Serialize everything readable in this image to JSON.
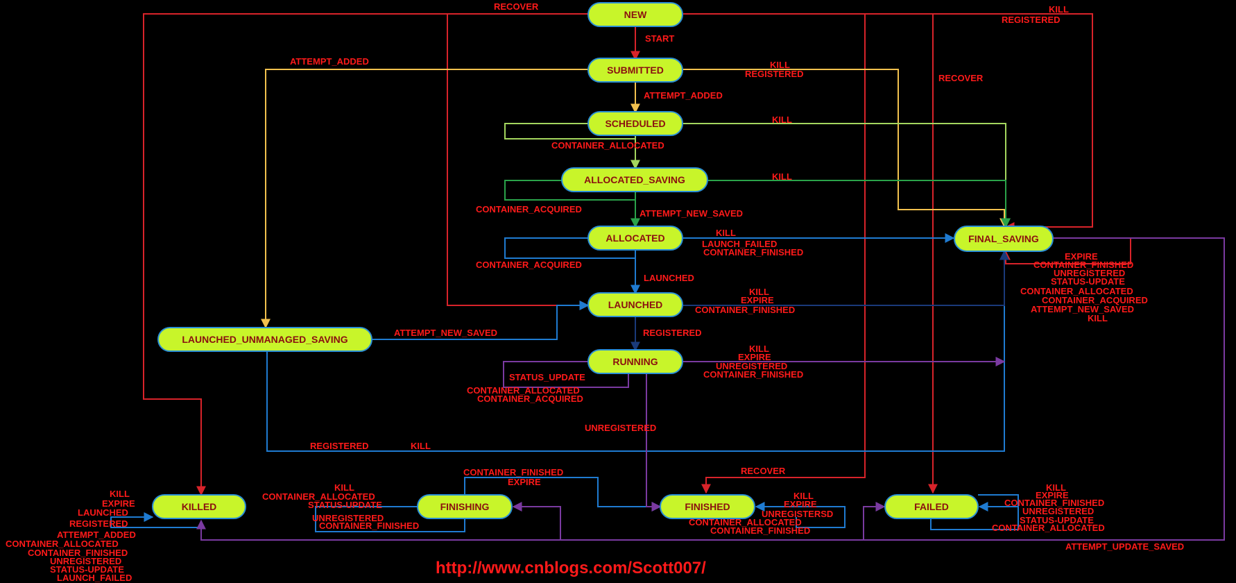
{
  "nodes": {
    "new": "NEW",
    "submitted": "SUBMITTED",
    "scheduled": "SCHEDULED",
    "allocated_saving": "ALLOCATED_SAVING",
    "allocated": "ALLOCATED",
    "launched": "LAUNCHED",
    "running": "RUNNING",
    "launched_unmanaged_saving": "LAUNCHED_UNMANAGED_SAVING",
    "final_saving": "FINAL_SAVING",
    "killed": "KILLED",
    "finishing": "FINISHING",
    "finished": "FINISHED",
    "failed": "FAILED"
  },
  "labels": {
    "recover_top": "RECOVER",
    "kill_registered_top": [
      "KILL",
      "REGISTERED"
    ],
    "start": "START",
    "attempt_added_left": "ATTEMPT_ADDED",
    "kill_registered_submitted": [
      "KILL",
      "REGISTERED"
    ],
    "recover_right": "RECOVER",
    "attempt_added_mid": "ATTEMPT_ADDED",
    "kill_scheduled": "KILL",
    "container_allocated_mid": "CONTAINER_ALLOCATED",
    "kill_allocated_saving": "KILL",
    "container_acquired_1": "CONTAINER_ACQUIRED",
    "attempt_new_saved_mid": "ATTEMPT_NEW_SAVED",
    "allocated_out": [
      "KILL",
      "LAUNCH_FAILED",
      "CONTAINER_FINISHED"
    ],
    "container_acquired_2": "CONTAINER_ACQUIRED",
    "launched_evt": "LAUNCHED",
    "final_saving_self": [
      "EXPIRE",
      "CONTAINER_FINISHED",
      "UNREGISTERED",
      "STATUS-UPDATE",
      "CONTAINER_ALLOCATED",
      "CONTAINER_ACQUIRED",
      "ATTEMPT_NEW_SAVED",
      "KILL"
    ],
    "launched_out": [
      "KILL",
      "EXPIRE",
      "CONTAINER_FINISHED"
    ],
    "attempt_new_saved_left": "ATTEMPT_NEW_SAVED",
    "registered_mid": "REGISTERED",
    "running_out": [
      "KILL",
      "EXPIRE",
      "UNREGISTERED",
      "CONTAINER_FINISHED"
    ],
    "running_self": [
      "STATUS_UPDATE",
      "CONTAINER_ALLOCATED",
      "CONTAINER_ACQUIRED"
    ],
    "unregistered_mid": "UNREGISTERED",
    "registered_kill_bottom": [
      "REGISTERED",
      "KILL"
    ],
    "recover_bottom": "RECOVER",
    "container_finished_expire": [
      "CONTAINER_FINISHED",
      "EXPIRE"
    ],
    "kill_expire_killed": [
      "KILL",
      "EXPIRE"
    ],
    "finishing_in": [
      "KILL",
      "CONTAINER_ALLOCATED",
      "STATUS-UPDATE"
    ],
    "finished_self": [
      "KILL",
      "EXPIRE"
    ],
    "failed_self": [
      "KILL",
      "EXPIRE",
      "CONTAINER_FINISHED",
      "UNREGISTERED",
      "STATUS-UPDATE",
      "CONTAINER_ALLOCATED"
    ],
    "killed_self": [
      "LAUNCHED",
      "REGISTERED",
      "ATTEMPT_ADDED",
      "CONTAINER_ALLOCATED",
      "CONTAINER_FINISHED",
      "UNREGISTERED",
      "STATUS-UPDATE",
      "LAUNCH_FAILED"
    ],
    "finishing_self": [
      "UNREGISTERED",
      "CONTAINER_FINISHED"
    ],
    "finished_self2": [
      "UNREGISTERSD",
      "CONTAINER_ALLOCATED",
      "CONTAINER_FINISHED"
    ],
    "attempt_update_saved": "ATTEMPT_UPDATE_SAVED"
  },
  "url": "http://www.cnblogs.com/Scott007/",
  "colors": {
    "node_fill": "#c8f52a",
    "node_stroke": "#2a8fd6",
    "red": "#d8232a",
    "yellow": "#f2c14e",
    "light_green": "#a4d65e",
    "green": "#2aa34a",
    "blue": "#1f7bd1",
    "navy": "#1a3a7a",
    "purple": "#7a3aa0",
    "text_red": "#ff1a1a"
  }
}
